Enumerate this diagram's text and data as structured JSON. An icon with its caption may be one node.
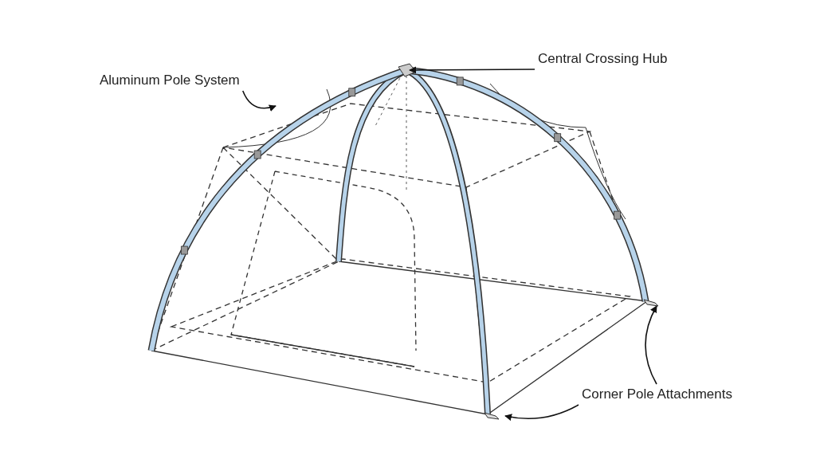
{
  "diagram": {
    "nodes": [
      {
        "text": [
          "Aluminum Pole System"
        ]
      },
      {
        "text": [],
        "shape": "picture"
      },
      {
        "text": [
          "Central Crossing Hub"
        ]
      },
      {
        "text": [],
        "shape": "picture"
      },
      {
        "text": [
          "Corner Pole Attachments"
        ]
      },
      {
        "text": [],
        "shape": "picture"
      },
      {
        "text": [],
        "shape": "picture"
      }
    ],
    "edges": [
      {
        "from": 0,
        "to": 1,
        "arrow": "to"
      },
      {
        "from": 2,
        "to": 3,
        "arrow": "to"
      },
      {
        "from": 4,
        "to": 5,
        "arrow": "to"
      },
      {
        "from": 4,
        "to": 6,
        "arrow": "to"
      }
    ]
  }
}
